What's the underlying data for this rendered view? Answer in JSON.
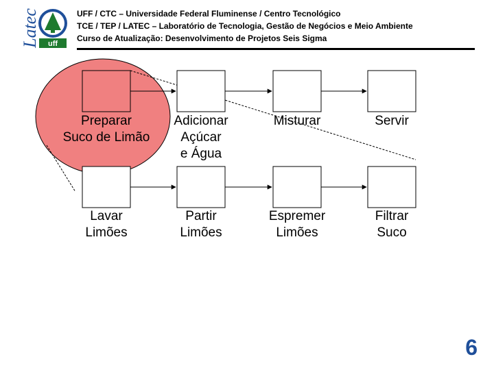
{
  "logo": {
    "text": "Latec",
    "emblem_text": "uff",
    "brand_color": "#1f4f9a",
    "emblem_color": "#1e7a2e"
  },
  "header": {
    "line1": "UFF / CTC – Universidade Federal Fluminense / Centro Tecnológico",
    "line2": "TCE / TEP / LATEC – Laboratório de Tecnologia, Gestão de Negócios e Meio Ambiente",
    "line3": "Curso de Atualização: Desenvolvimento de Projetos Seis Sigma"
  },
  "highlight_color": "#f08080",
  "top_row": [
    {
      "line1": "Preparar",
      "line2": "Suco de Limão",
      "line3": ""
    },
    {
      "line1": "Adicionar",
      "line2": "Açúcar",
      "line3": "e Água"
    },
    {
      "line1": "Misturar",
      "line2": "",
      "line3": ""
    },
    {
      "line1": "Servir",
      "line2": "",
      "line3": ""
    }
  ],
  "bottom_row": [
    {
      "line1": "Lavar",
      "line2": "Limões"
    },
    {
      "line1": "Partir",
      "line2": "Limões"
    },
    {
      "line1": "Espremer",
      "line2": "Limões"
    },
    {
      "line1": "Filtrar",
      "line2": "Suco"
    }
  ],
  "page_number": "6"
}
